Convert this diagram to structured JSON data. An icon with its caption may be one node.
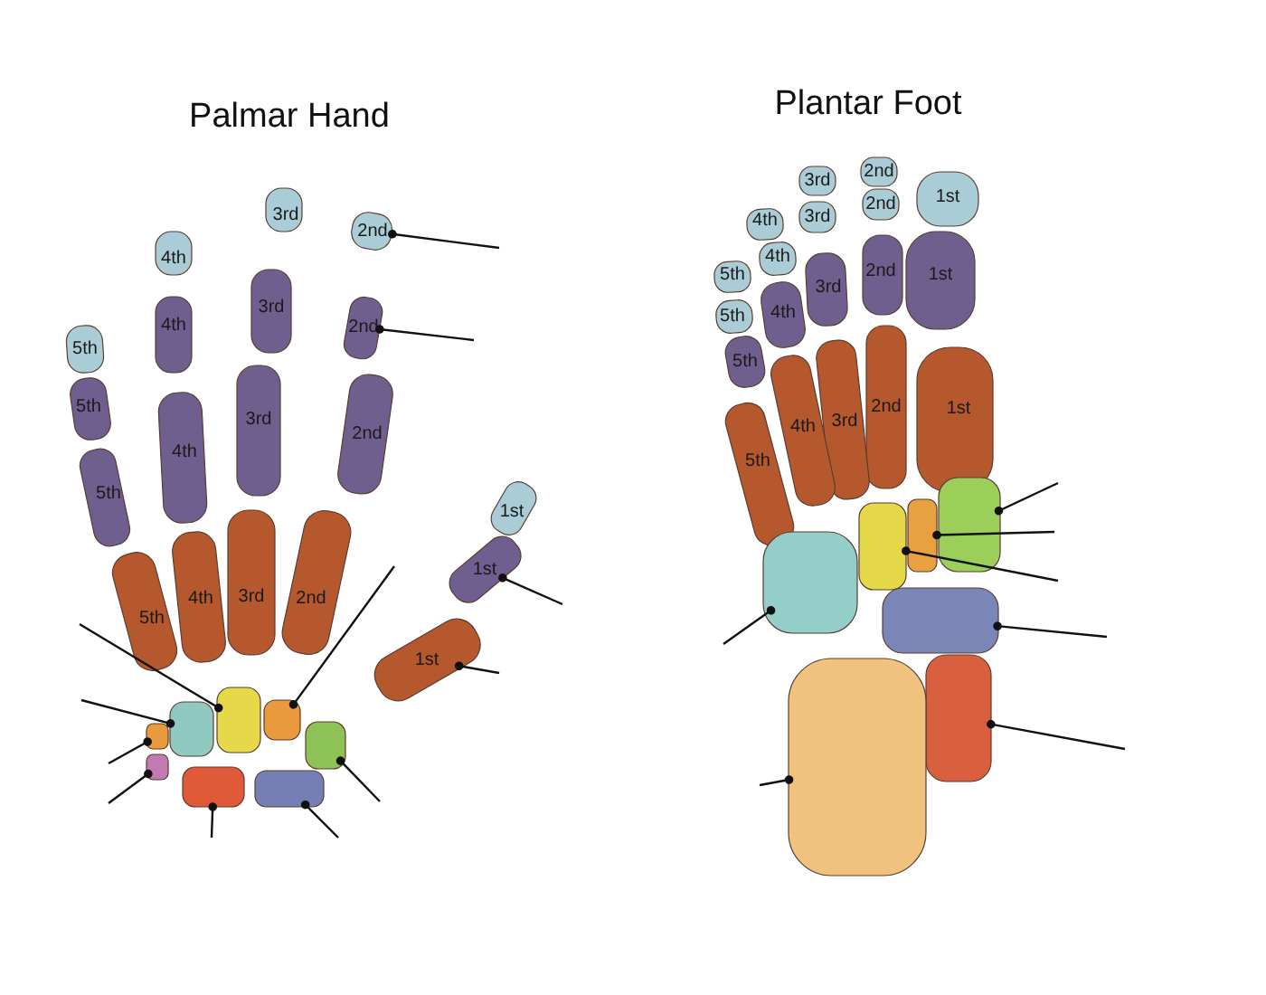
{
  "diagram": {
    "nodes": [
      {
        "text": [
          "2nd"
        ]
      },
      {
        "text": [
          "2nd"
        ]
      },
      {
        "text": [
          "1st"
        ]
      },
      {
        "text": [],
        "shape": "box"
      },
      {
        "text": [
          "1st"
        ]
      },
      {
        "text": [],
        "shape": "box"
      },
      {
        "text": [],
        "shape": "box"
      },
      {
        "text": [],
        "shape": "box"
      },
      {
        "text": [],
        "shape": "box"
      },
      {
        "text": [],
        "shape": "box"
      },
      {
        "text": [],
        "shape": "box"
      },
      {
        "text": [],
        "shape": "box"
      },
      {
        "text": [],
        "shape": "box"
      },
      {
        "text": [],
        "shape": "box"
      },
      {
        "text": [],
        "shape": "box"
      },
      {
        "text": [],
        "shape": "box"
      },
      {
        "text": [],
        "shape": "box"
      },
      {
        "text": [],
        "shape": "box"
      },
      {
        "text": [],
        "shape": "box"
      }
    ],
    "edges": [
      {
        "from": null,
        "to": 0,
        "arrow": "other"
      },
      {
        "from": null,
        "to": 1,
        "arrow": "other"
      },
      {
        "from": null,
        "to": 2,
        "arrow": "other"
      },
      {
        "from": null,
        "to": 3,
        "arrow": "other"
      },
      {
        "from": null,
        "to": 4,
        "arrow": "other"
      },
      {
        "from": null,
        "to": 5,
        "arrow": "other"
      },
      {
        "from": null,
        "to": 6,
        "arrow": "other"
      },
      {
        "from": null,
        "to": 7,
        "arrow": "other"
      },
      {
        "from": null,
        "to": 8,
        "arrow": "other"
      },
      {
        "from": null,
        "to": 9,
        "arrow": "other"
      },
      {
        "from": null,
        "to": 10,
        "arrow": "other"
      },
      {
        "from": null,
        "to": 11,
        "arrow": "other"
      },
      {
        "from": null,
        "to": 12,
        "arrow": "other"
      },
      {
        "from": null,
        "to": 13,
        "arrow": "other"
      },
      {
        "from": null,
        "to": 14,
        "arrow": "other"
      },
      {
        "from": null,
        "to": 15,
        "arrow": "other"
      },
      {
        "from": null,
        "to": 16,
        "arrow": "other"
      },
      {
        "from": null,
        "to": 17,
        "arrow": "other"
      },
      {
        "from": null,
        "to": 18,
        "arrow": "other"
      }
    ],
    "labels": [
      "Palmar Hand",
      "Plantar Foot",
      "3rd",
      "4th",
      "3rd",
      "4th",
      "5th",
      "5th",
      "3rd",
      "2nd",
      "4th",
      "1st",
      "5th",
      "5th",
      "4th",
      "3rd",
      "2nd",
      "2nd",
      "3rd",
      "1st",
      "2nd",
      "3rd",
      "4th",
      "4th",
      "5th",
      "2nd",
      "1st",
      "3rd",
      "5th",
      "4th",
      "5th",
      "1st",
      "2nd",
      "3rd",
      "4th",
      "5th"
    ]
  }
}
